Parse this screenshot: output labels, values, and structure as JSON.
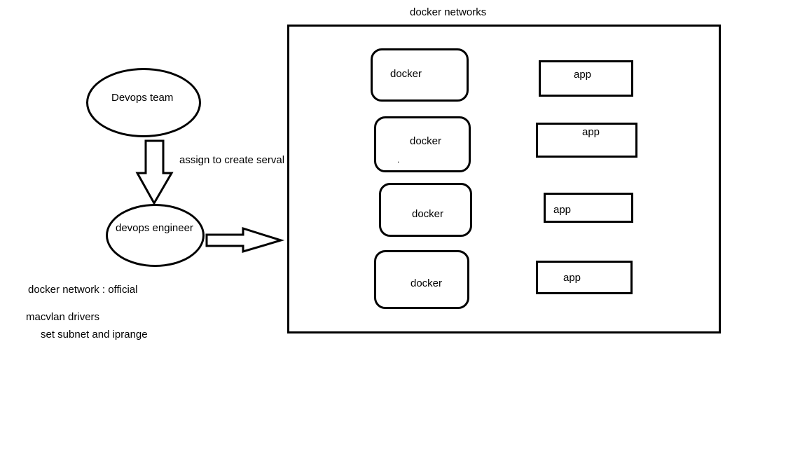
{
  "diagram": {
    "network_title": "docker networks",
    "devops_team": "Devops team",
    "assign_label": "assign to create serval",
    "devops_engineer": "devops engineer",
    "containers": [
      {
        "docker": "docker",
        "app": "app"
      },
      {
        "docker": "docker",
        "app": "app"
      },
      {
        "docker": "docker",
        "app": "app"
      },
      {
        "docker": "docker",
        "app": "app"
      }
    ],
    "stray_mark": "."
  },
  "notes": {
    "line1": "docker network : official",
    "line2": "macvlan drivers",
    "line3": "set subnet and iprange"
  }
}
